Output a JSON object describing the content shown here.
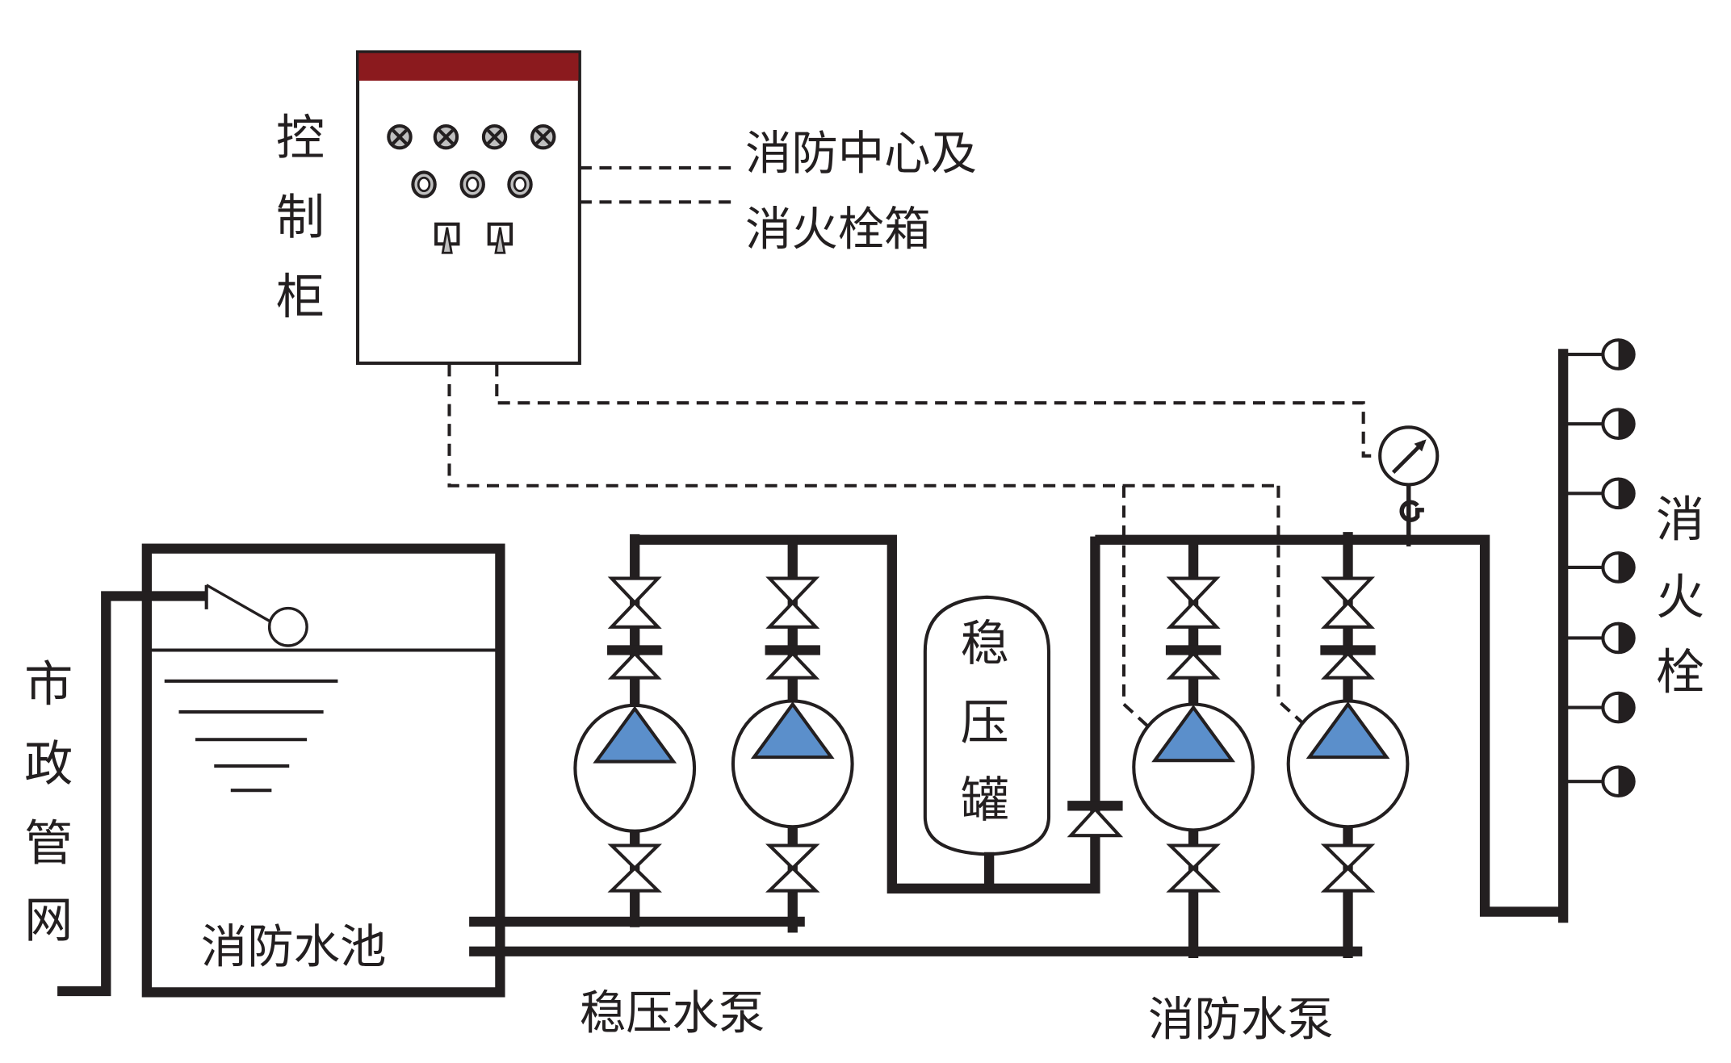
{
  "labels": {
    "control_cabinet": [
      "控",
      "制",
      "柜"
    ],
    "fire_center_line1": "消防中心及",
    "fire_center_line2": "消火栓箱",
    "municipal_network": [
      "市",
      "政",
      "管",
      "网"
    ],
    "fire_pool": "消防水池",
    "pressure_tank": [
      "稳",
      "压",
      "罐"
    ],
    "booster_pumps": "稳压水泵",
    "fire_pumps": "消防水泵",
    "hydrants": [
      "消",
      "火",
      "栓"
    ]
  },
  "colors": {
    "cabinet_header": "#8b1a1e",
    "pump_impeller": "#5b8fcb",
    "line": "#231f20",
    "indicator_fill": "#bfbfbf"
  },
  "components": {
    "indicator_lamps": 4,
    "push_buttons": 3,
    "switches": 2,
    "booster_pump_count": 2,
    "fire_pump_count": 2,
    "hydrant_count": 7
  }
}
